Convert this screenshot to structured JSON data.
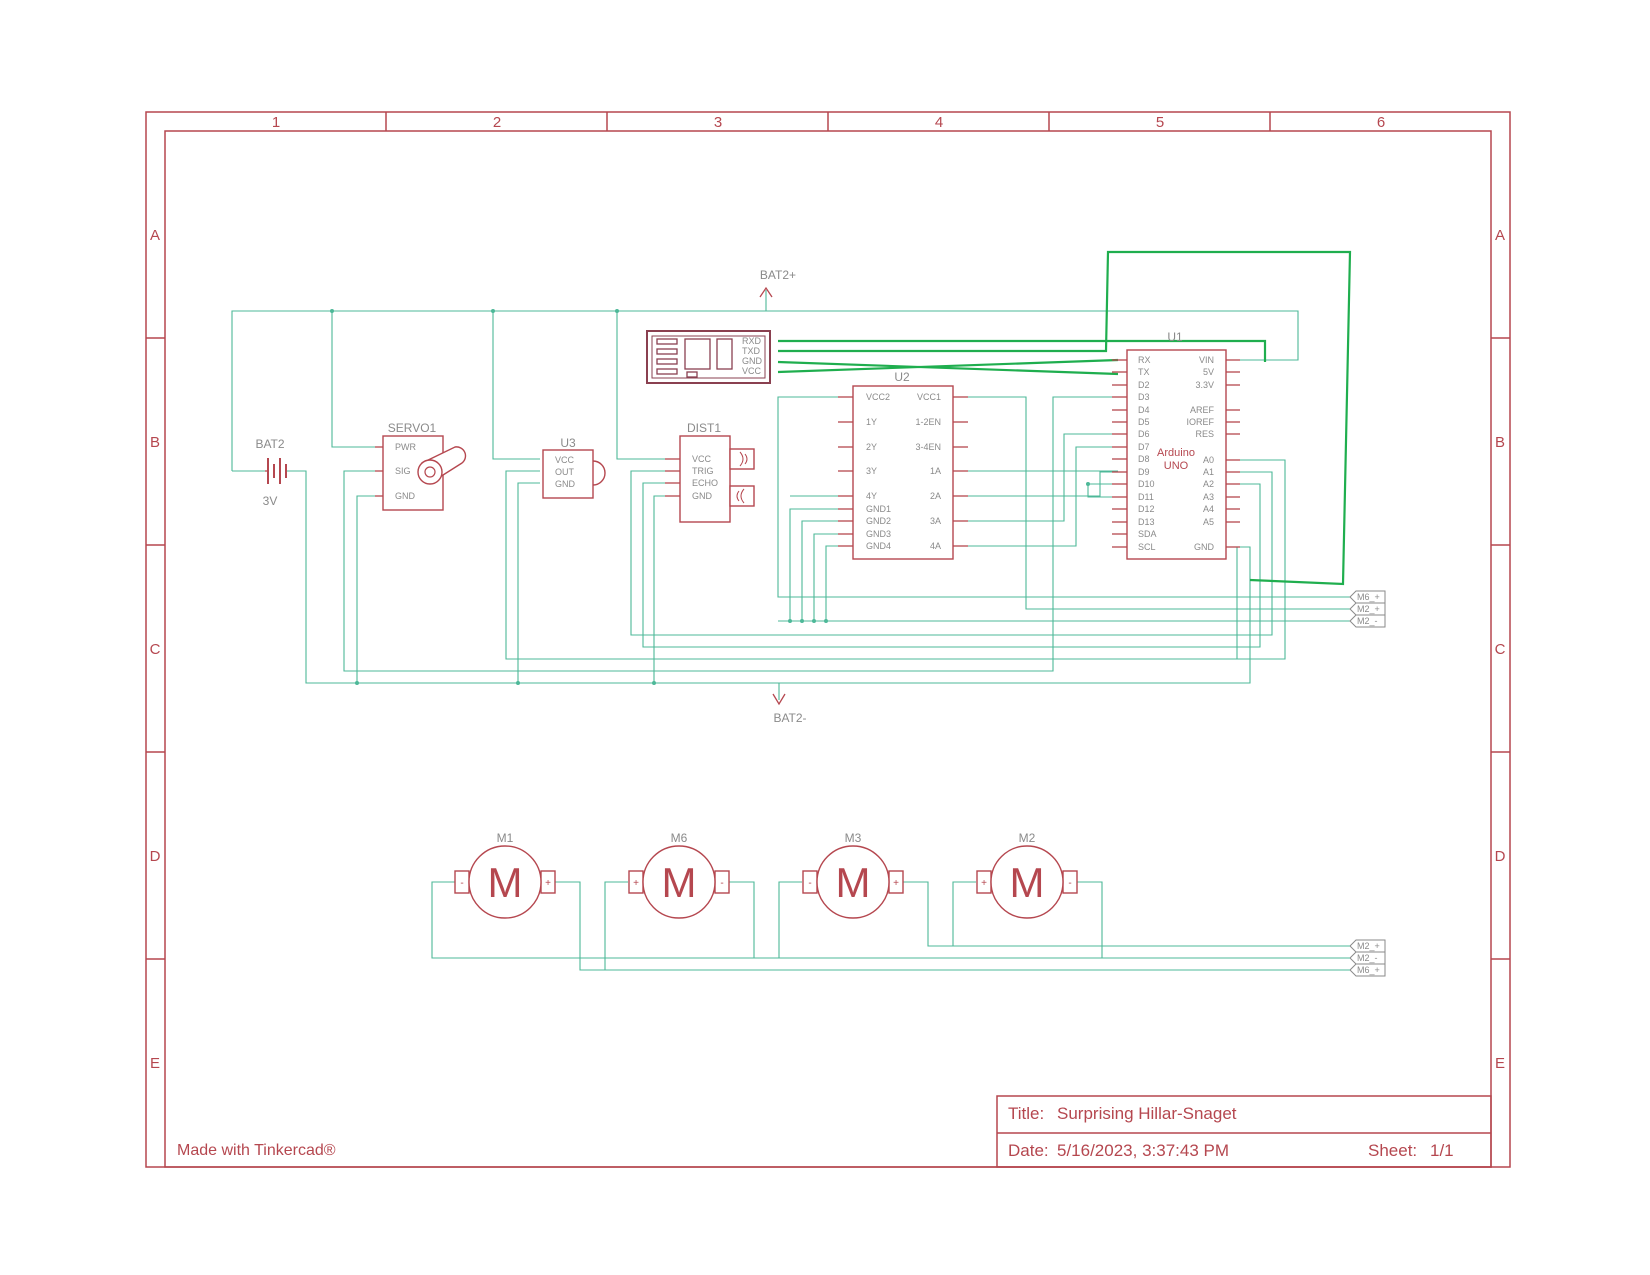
{
  "frame": {
    "columns": [
      "1",
      "2",
      "3",
      "4",
      "5",
      "6"
    ],
    "rows": [
      "A",
      "B",
      "C",
      "D",
      "E"
    ],
    "color": "#b5474f"
  },
  "components": {
    "bat2": {
      "name": "BAT2",
      "value": "3V"
    },
    "servo": {
      "name": "SERVO1",
      "pins": [
        "PWR",
        "SIG",
        "GND"
      ]
    },
    "u3": {
      "name": "U3",
      "pins": [
        "VCC",
        "OUT",
        "GND"
      ]
    },
    "dist1": {
      "name": "DIST1",
      "pins": [
        "VCC",
        "TRIG",
        "ECHO",
        "GND"
      ]
    },
    "u2": {
      "name": "U2",
      "left_pins": [
        "VCC2",
        "1Y",
        "2Y",
        "3Y",
        "4Y",
        "GND1",
        "GND2",
        "GND3",
        "GND4"
      ],
      "right_pins": [
        "VCC1",
        "1-2EN",
        "3-4EN",
        "1A",
        "2A",
        "3A",
        "4A"
      ]
    },
    "u1": {
      "name": "U1",
      "title": [
        "Arduino",
        "UNO"
      ],
      "left_pins": [
        "RX",
        "TX",
        "D2",
        "D3",
        "D4",
        "D5",
        "D6",
        "D7",
        "D8",
        "D9",
        "D10",
        "D11",
        "D12",
        "D13",
        "SDA",
        "SCL"
      ],
      "right_pins": [
        "VIN",
        "5V",
        "3.3V",
        "AREF",
        "IOREF",
        "RES",
        "A0",
        "A1",
        "A2",
        "A3",
        "A4",
        "A5",
        "GND"
      ]
    },
    "bt": {
      "pins": [
        "RXD",
        "TXD",
        "GND",
        "VCC"
      ]
    },
    "motors": [
      {
        "name": "M1",
        "glyph": "M"
      },
      {
        "name": "M6",
        "glyph": "M"
      },
      {
        "name": "M3",
        "glyph": "M"
      },
      {
        "name": "M2",
        "glyph": "M"
      }
    ]
  },
  "power": {
    "top": "BAT2+",
    "bottom": "BAT2-"
  },
  "net_labels_upper": [
    "M6_+",
    "M2_+",
    "M2_-"
  ],
  "net_labels_lower": [
    "M2_+",
    "M2_-",
    "M6_+"
  ],
  "title_block": {
    "title_label": "Title:",
    "title": "Surprising Hillar-Snaget",
    "date_label": "Date:",
    "date": "5/16/2023, 3:37:43 PM",
    "sheet_label": "Sheet:",
    "sheet": "1/1"
  },
  "credit": "Made with Tinkercad®",
  "colors": {
    "wire": "#4db898",
    "wire_bold": "#1fae4e",
    "part": "#b5474f"
  }
}
